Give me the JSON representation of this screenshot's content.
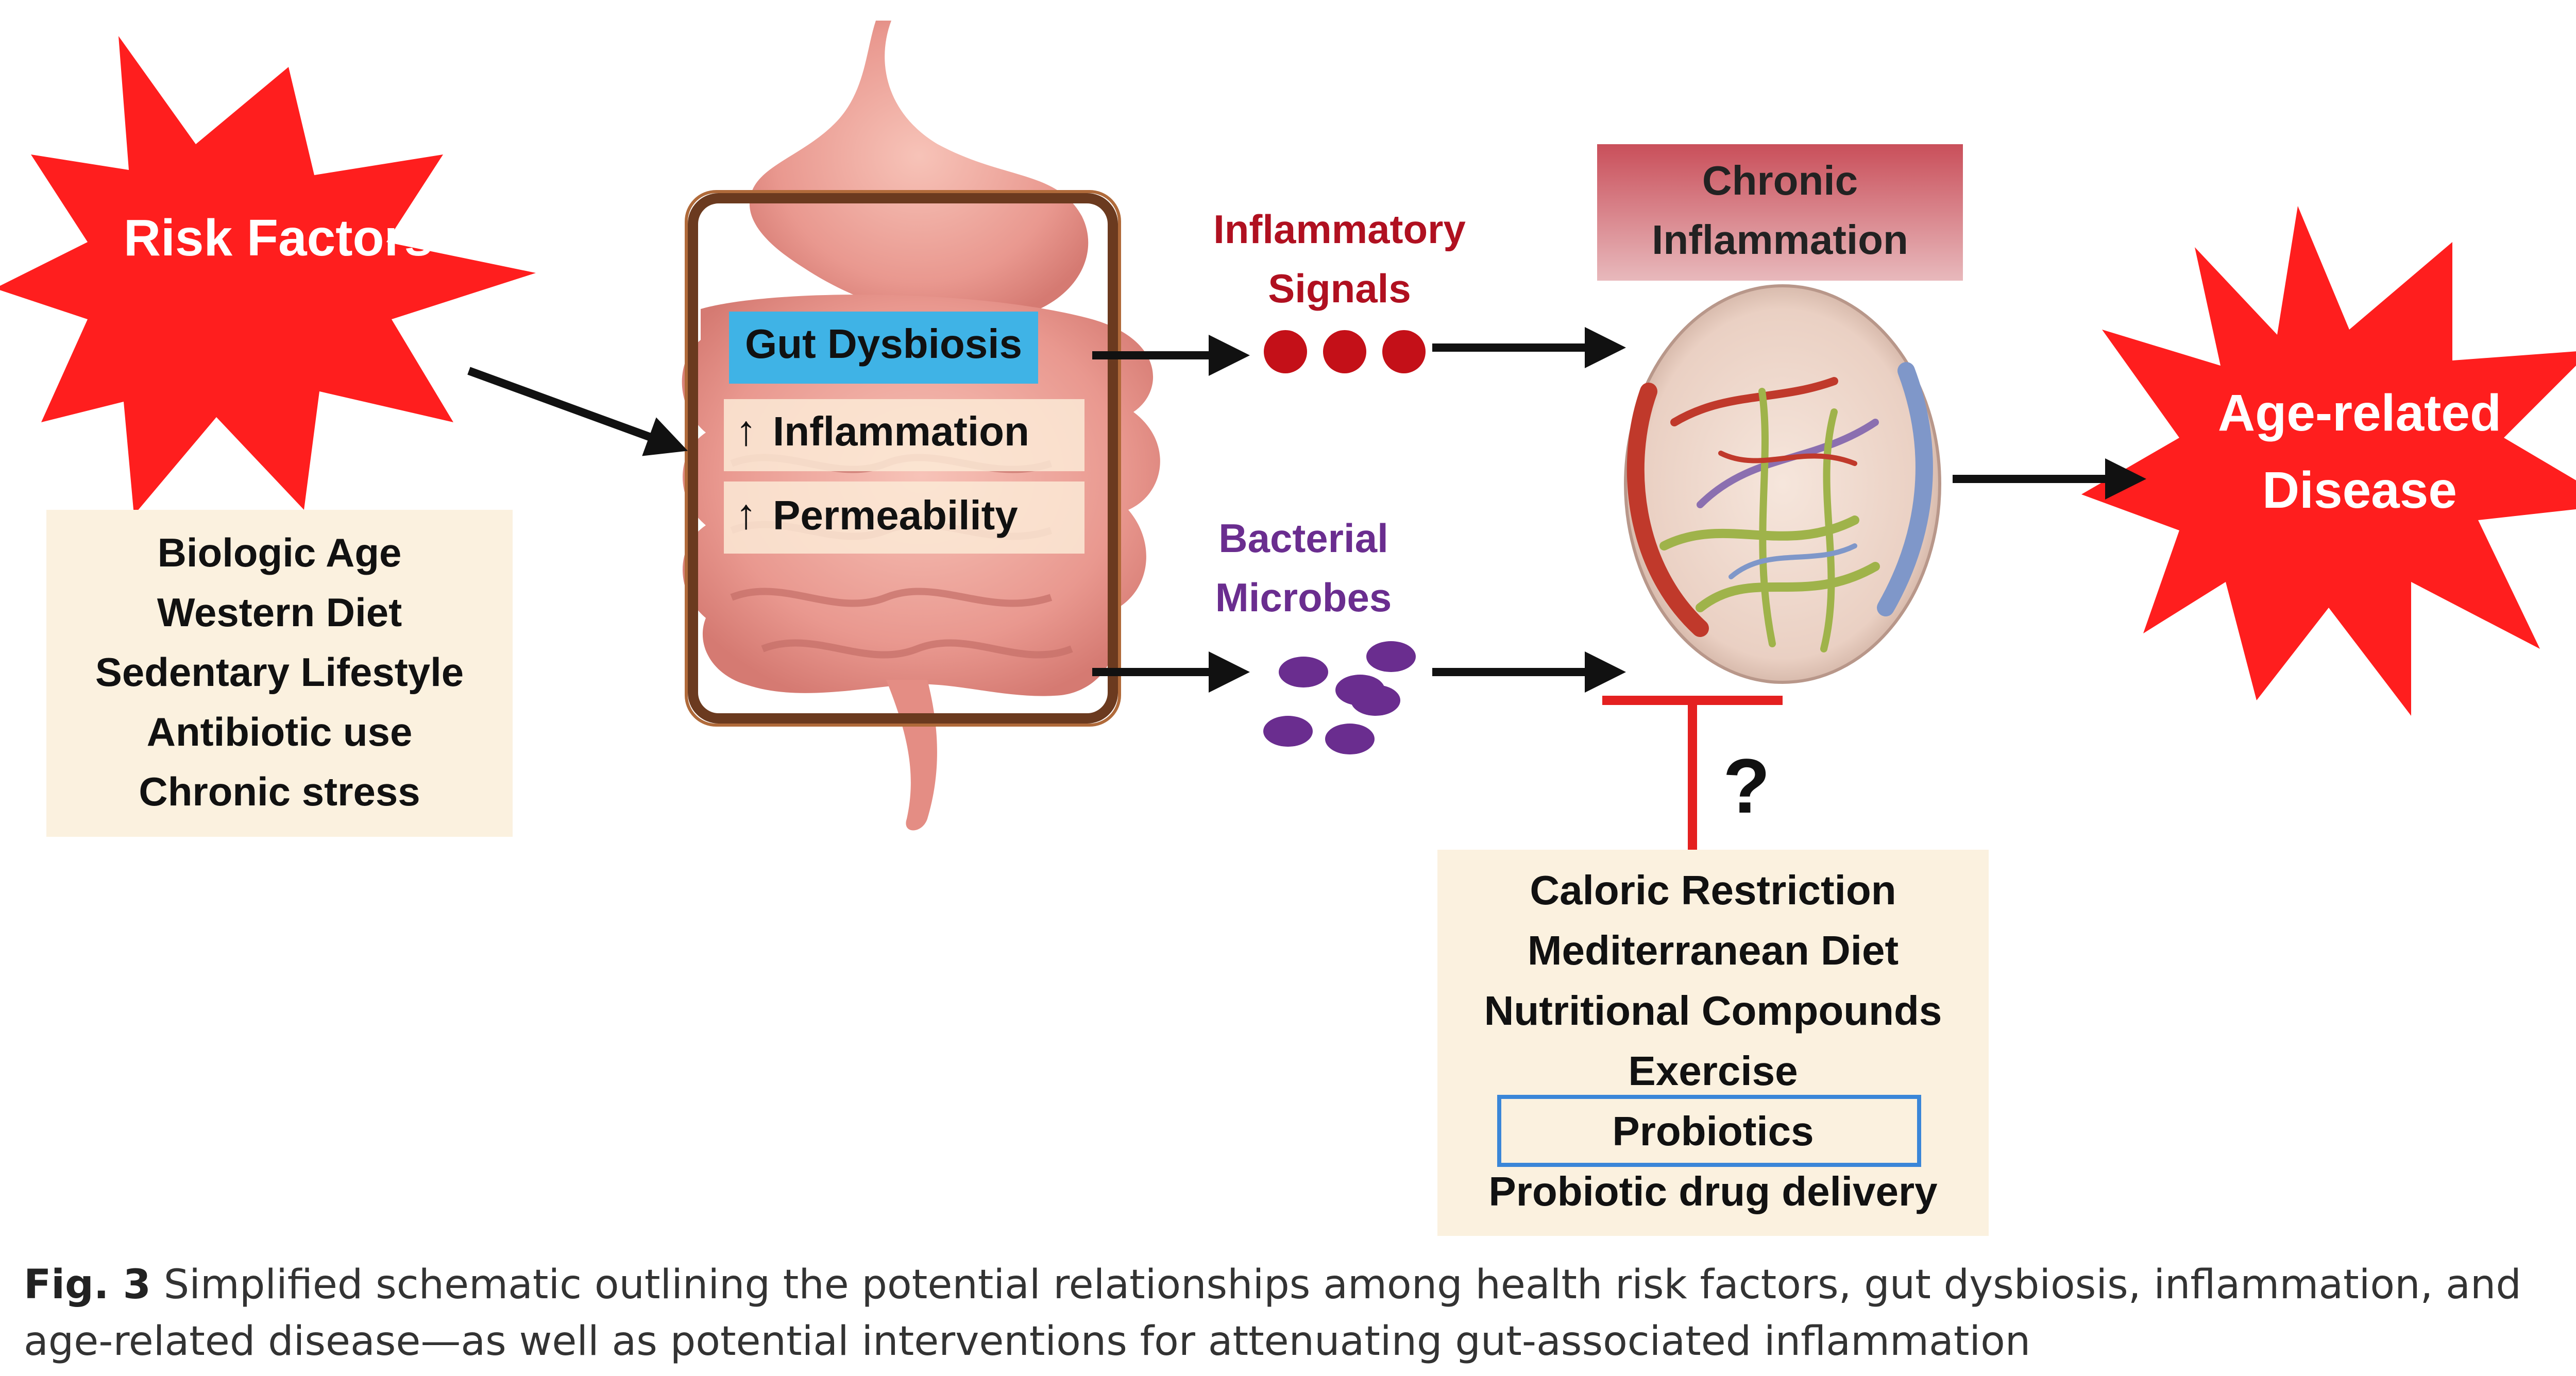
{
  "colors": {
    "star_red": "#ff1e1e",
    "star_text": "#ffffff",
    "box_beige": "#fbf1df",
    "dysbiosis_blue": "#3fb3e6",
    "signals_red": "#b01020",
    "microbes_purple": "#6a2d8f",
    "chronic_box": "#cf6a72",
    "inhibit_red": "#e42020",
    "probiotics_border": "#3a86d8",
    "arrow": "#111111",
    "frame_brown": "#6b3a1f"
  },
  "icons": {
    "risk_star": "red-starburst",
    "disease_star": "red-starburst",
    "gut": "intestine-illustration",
    "tissue": "inflamed-tissue-illustration",
    "signal_dots": "red-circle",
    "microbe_dots": "purple-ellipse",
    "up_arrow": "up-arrow"
  },
  "risk_factors": {
    "title": "Risk Factors",
    "items": [
      "Biologic Age",
      "Western Diet",
      "Sedentary Lifestyle",
      "Antibiotic use",
      "Chronic stress"
    ]
  },
  "gut": {
    "dysbiosis_label": "Gut Dysbiosis",
    "inflammation_label": "Inflammation",
    "permeability_label": "Permeability",
    "up_arrow_glyph": "↑"
  },
  "signals": {
    "inflammatory_line1": "Inflammatory",
    "inflammatory_line2": "Signals",
    "bacterial_line1": "Bacterial",
    "bacterial_line2": "Microbes"
  },
  "chronic": {
    "line1": "Chronic",
    "line2": "Inflammation"
  },
  "disease": {
    "line1": "Age-related",
    "line2": "Disease"
  },
  "interventions": {
    "question": "?",
    "items": [
      "Caloric Restriction",
      "Mediterranean Diet",
      "Nutritional Compounds",
      "Exercise",
      "Probiotics",
      "Probiotic drug delivery"
    ],
    "highlighted": "Probiotics"
  },
  "caption": {
    "label": "Fig. 3",
    "text": " Simplified schematic outlining the potential relationships among health risk factors, gut dysbiosis, inflammation, and age-related disease—as well as potential interventions for attenuating gut-associated inflammation"
  }
}
